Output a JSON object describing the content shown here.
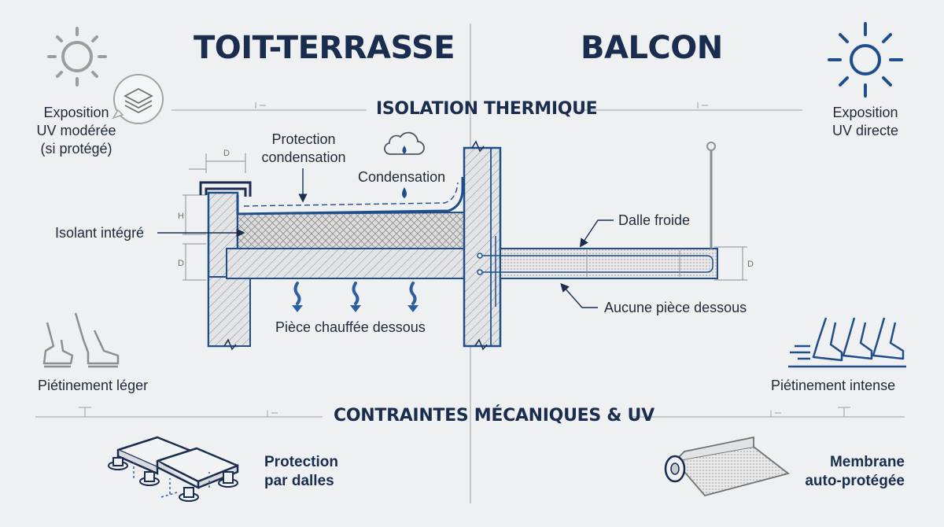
{
  "titles": {
    "left": "TOIT-TERRASSE",
    "right": "BALCON"
  },
  "sections": {
    "thermal": "ISOLATION THERMIQUE",
    "mechanical": "CONTRAINTES MÉCANIQUES & UV"
  },
  "left": {
    "exposure_line1": "Exposition",
    "exposure_line2": "UV modérée",
    "exposure_line3": "(si protégé)",
    "traffic": "Piétinement léger",
    "protection_line1": "Protection",
    "protection_line2": "par dalles"
  },
  "right": {
    "exposure_line1": "Exposition",
    "exposure_line2": "UV directe",
    "traffic": "Piétinement intense",
    "membrane_line1": "Membrane",
    "membrane_line2": "auto-protégée"
  },
  "diagram": {
    "protection_condensation_line1": "Protection",
    "protection_condensation_line2": "condensation",
    "condensation": "Condensation",
    "insulation": "Isolant intégré",
    "heated_room": "Pièce chauffée dessous",
    "cold_slab": "Dalle froide",
    "no_room": "Aucune pièce dessous",
    "dim_d": "D",
    "dim_h": "H"
  },
  "colors": {
    "navy": "#1a2d4f",
    "blue": "#1f4e8c",
    "grey_icon": "#9a9ea3",
    "background": "#eef0f2"
  },
  "icons": {
    "left_sun": "sun-icon",
    "layers": "layers-icon",
    "right_sun": "sun-icon",
    "cloud": "cloud-rain-icon",
    "light_walk": "walking-feet-icon",
    "intense_walk": "running-feet-icon",
    "pedestal_slabs": "pedestal-slabs-icon",
    "membrane_roll": "membrane-roll-icon"
  }
}
